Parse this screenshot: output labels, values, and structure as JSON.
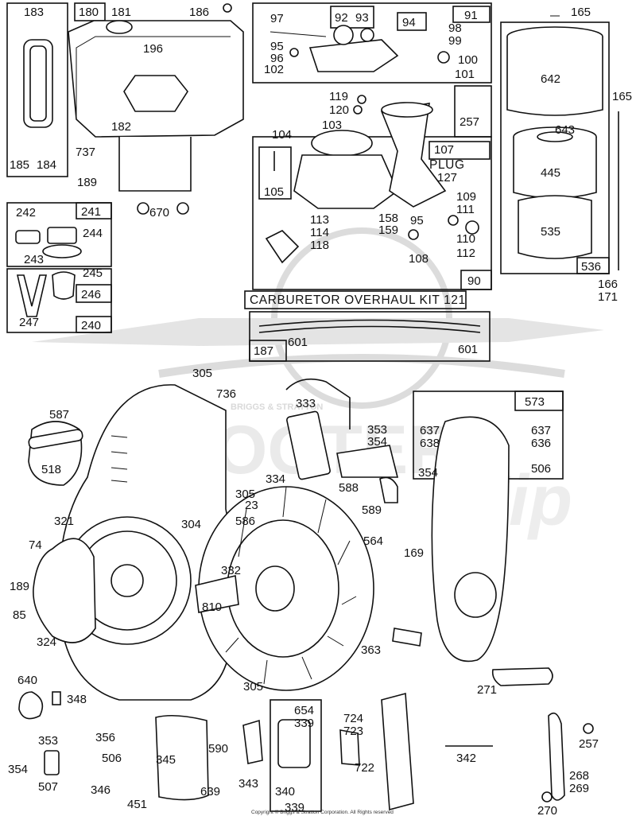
{
  "kit_label": "CARBURETOR OVERHAUL KIT 121",
  "plug_label": "PLUG",
  "copyright": "Copyright © Briggs & Stratton Corporation. All Rights reserved",
  "watermark": {
    "small": "BRIGGS & STRATTON",
    "large": "SCOOTER",
    "script": "Zip"
  },
  "labels": {
    "p183": "183",
    "p180": "180",
    "p181": "181",
    "p186": "186",
    "p196": "196",
    "p182": "182",
    "p185": "185",
    "p184": "184",
    "p737": "737",
    "p189a": "189",
    "p670": "670",
    "p242": "242",
    "p241": "241",
    "p244": "244",
    "p243": "243",
    "p245": "245",
    "p246": "246",
    "p247": "247",
    "p240": "240",
    "p97": "97",
    "p92": "92",
    "p93": "93",
    "p94": "94",
    "p91": "91",
    "p95a": "95",
    "p96": "96",
    "p98": "98",
    "p99": "99",
    "p100": "100",
    "p101": "101",
    "p102": "102",
    "p119": "119",
    "p120": "120",
    "p257a": "257",
    "p104": "104",
    "p103": "103",
    "p107": "107",
    "p127": "127",
    "p105": "105",
    "p109": "109",
    "p111": "111",
    "p113": "113",
    "p114": "114",
    "p118": "118",
    "p158": "158",
    "p159": "159",
    "p95b": "95",
    "p110": "110",
    "p112": "112",
    "p108": "108",
    "p90": "90",
    "p165a": "165",
    "p642": "642",
    "p643": "643",
    "p445": "445",
    "p535": "535",
    "p536": "536",
    "p165b": "165",
    "p166": "166",
    "p171": "171",
    "p187": "187",
    "p601a": "601",
    "p601b": "601",
    "p305a": "305",
    "p736": "736",
    "p587": "587",
    "p518": "518",
    "p333": "333",
    "p353a": "353",
    "p354a": "354",
    "p637a": "637",
    "p638": "638",
    "p354b": "354",
    "p573": "573",
    "p637b": "637",
    "p636": "636",
    "p506a": "506",
    "p334": "334",
    "p588": "588",
    "p305b": "305",
    "p23": "23",
    "p589": "589",
    "p321": "321",
    "p304": "304",
    "p586": "586",
    "p74": "74",
    "p564": "564",
    "p169": "169",
    "p189b": "189",
    "p85": "85",
    "p332": "332",
    "p810": "810",
    "p324": "324",
    "p363": "363",
    "p640": "640",
    "p348": "348",
    "p305c": "305",
    "p271": "271",
    "p353b": "353",
    "p356": "356",
    "p354c": "354",
    "p506b": "506",
    "p507": "507",
    "p346": "346",
    "p451": "451",
    "p345": "345",
    "p639": "639",
    "p590": "590",
    "p343": "343",
    "p654": "654",
    "p339a": "339",
    "p340": "340",
    "p339b": "339",
    "p724": "724",
    "p723": "723",
    "p722": "722",
    "p342": "342",
    "p257b": "257",
    "p268": "268",
    "p269": "269",
    "p270": "270"
  }
}
